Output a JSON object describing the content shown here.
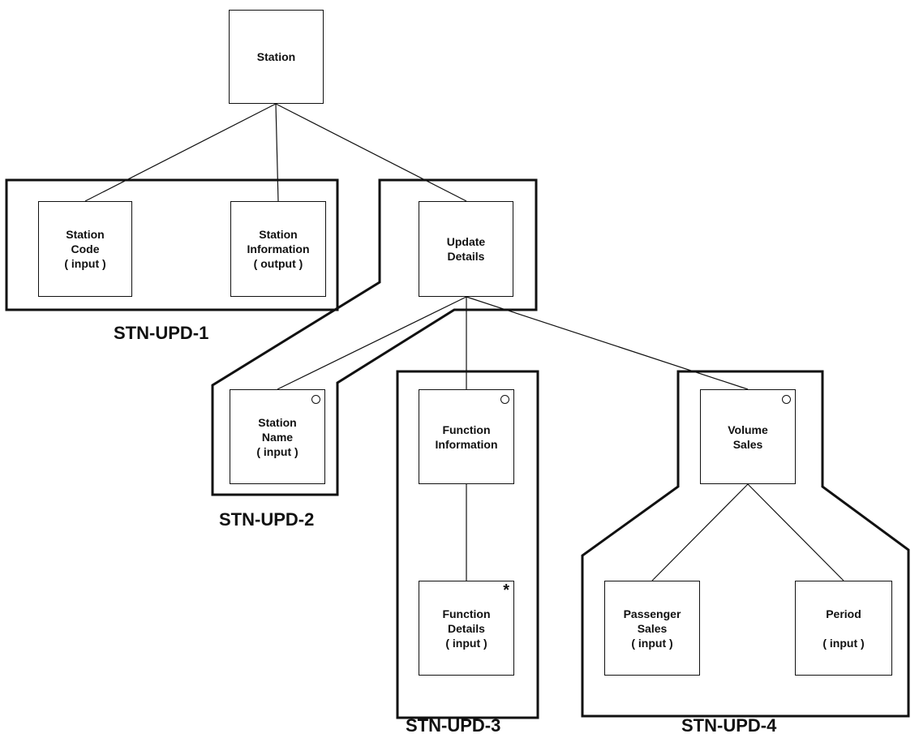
{
  "diagram": {
    "nodes": {
      "station": {
        "lines": [
          "Station"
        ]
      },
      "station_code": {
        "lines": [
          "Station",
          "Code",
          "( input )"
        ]
      },
      "station_information": {
        "lines": [
          "Station",
          "Information",
          "( output )"
        ]
      },
      "update_details": {
        "lines": [
          "Update",
          "Details"
        ]
      },
      "station_name": {
        "lines": [
          "Station",
          "Name",
          "( input )"
        ],
        "marker": "○"
      },
      "function_information": {
        "lines": [
          "Function",
          "Information"
        ],
        "marker": "○"
      },
      "volume_sales": {
        "lines": [
          "Volume",
          "Sales"
        ],
        "marker": "○"
      },
      "function_details": {
        "lines": [
          "Function",
          "Details",
          "( input )"
        ],
        "marker": "*"
      },
      "passenger_sales": {
        "lines": [
          "Passenger",
          "Sales",
          "( input )"
        ]
      },
      "period": {
        "lines": [
          "Period",
          "",
          "( input )"
        ]
      }
    },
    "groups": {
      "stn_upd_1": "STN-UPD-1",
      "stn_upd_2": "STN-UPD-2",
      "stn_upd_3": "STN-UPD-3",
      "stn_upd_4": "STN-UPD-4"
    }
  }
}
